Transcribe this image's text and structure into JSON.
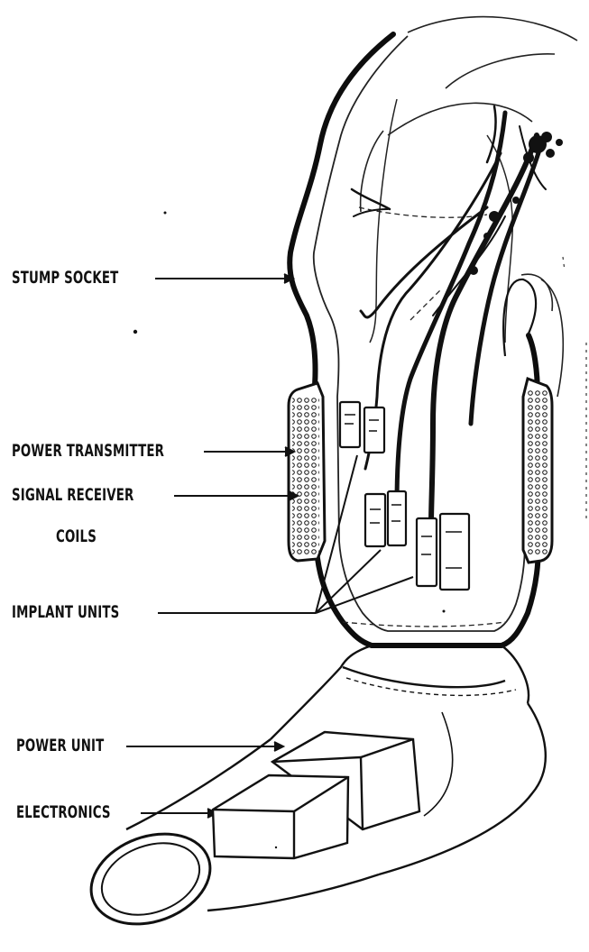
{
  "labels": {
    "stump_socket": "STUMP SOCKET",
    "power_transmitter": "POWER TRANSMITTER",
    "signal_receiver_line1": "SIGNAL RECEIVER",
    "signal_receiver_line2": "COILS",
    "implant_units": "IMPLANT UNITS",
    "power_unit": "POWER UNIT",
    "electronics": "ELECTRONICS"
  },
  "colors": {
    "ink": "#111111",
    "paper": "#ffffff"
  }
}
